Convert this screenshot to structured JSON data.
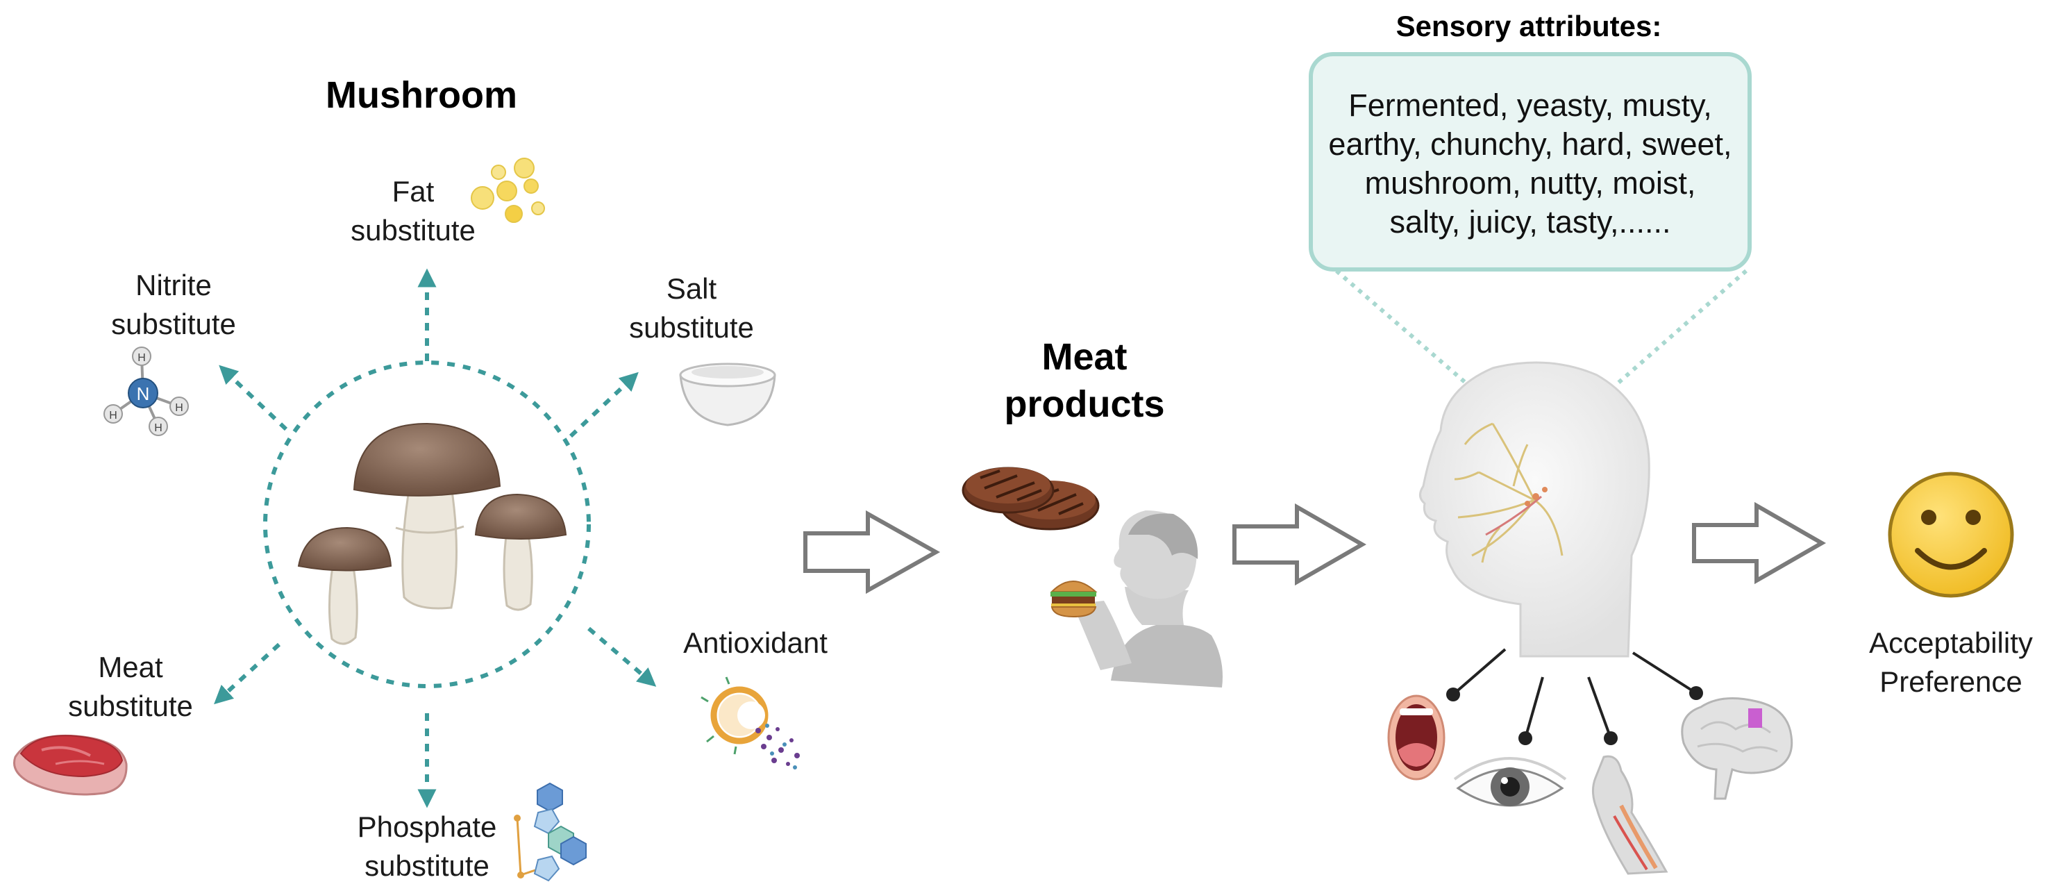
{
  "mushroom": {
    "title": "Mushroom",
    "substitutes": {
      "fat": [
        "Fat",
        "substitute"
      ],
      "nitrite": [
        "Nitrite",
        "substitute"
      ],
      "salt": [
        "Salt",
        "substitute"
      ],
      "meat": [
        "Meat",
        "substitute"
      ],
      "antioxidant": [
        "Antioxidant"
      ],
      "phosphate": [
        "Phosphate",
        "substitute"
      ]
    },
    "molecule_atoms": [
      "N",
      "H",
      "H",
      "H",
      "H"
    ]
  },
  "meat_products": {
    "title": [
      "Meat",
      "products"
    ]
  },
  "sensory": {
    "title": "Sensory attributes:",
    "attributes": [
      "Fermented, yeasty, musty,",
      "earthy, chunchy, hard, sweet,",
      "mushroom, nutty, moist,",
      "salty, juicy, tasty,......"
    ]
  },
  "outcome": {
    "labels": [
      "Acceptability",
      "Preference"
    ]
  },
  "colors": {
    "teal_arrow": "#3c9a9a",
    "box_fill": "#e9f5f3",
    "box_border": "#a9d8d0",
    "smiley": "#f2c12e",
    "smiley_outline": "#9c7a1a",
    "flow_arrow": "#7a7a7a"
  }
}
